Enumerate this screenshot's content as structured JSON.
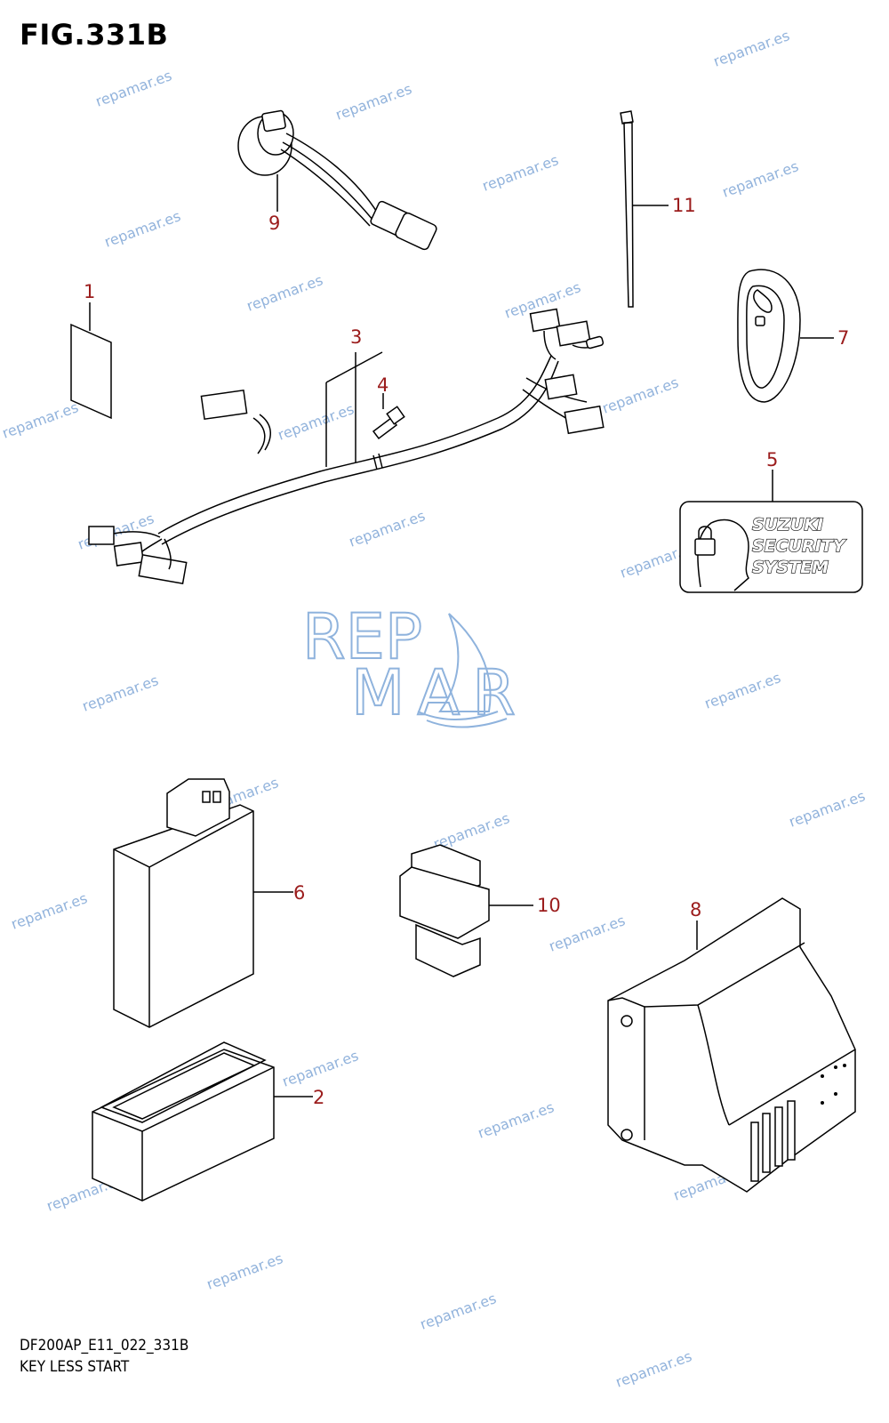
{
  "figure": {
    "title": "FIG.331B",
    "code": "DF200AP_E11_022_331B",
    "name": "KEY LESS START"
  },
  "callouts": [
    "1",
    "2",
    "3",
    "4",
    "5",
    "6",
    "7",
    "8",
    "9",
    "10",
    "11"
  ],
  "label_part": {
    "line1": "SUZUKI",
    "line2": "SECURITY",
    "line3": "SYSTEM"
  },
  "watermark": {
    "text": "repamar.es",
    "logo_line1": "REP",
    "logo_line2": "MAR",
    "color": "#7fa6d6"
  },
  "colors": {
    "callout": "#9b1c1c",
    "line": "#000000"
  }
}
